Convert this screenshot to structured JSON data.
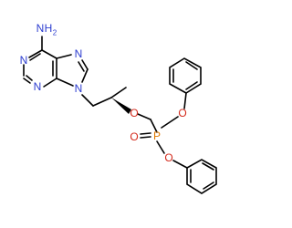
{
  "molecule": {
    "colors": {
      "nitrogen": "#2b3ccf",
      "oxygen": "#d42a1c",
      "phosphorus": "#e07a00",
      "carbon": "#000000"
    },
    "labels": {
      "amine_n": "N",
      "amine_h": "H",
      "amine_h_count": "2",
      "n1": "N",
      "n3": "N",
      "n7": "N",
      "n9": "N",
      "ether_o": "O",
      "ester_o1": "O",
      "ester_o2": "O",
      "oxo_o": "O",
      "phosphorus": "P"
    }
  }
}
